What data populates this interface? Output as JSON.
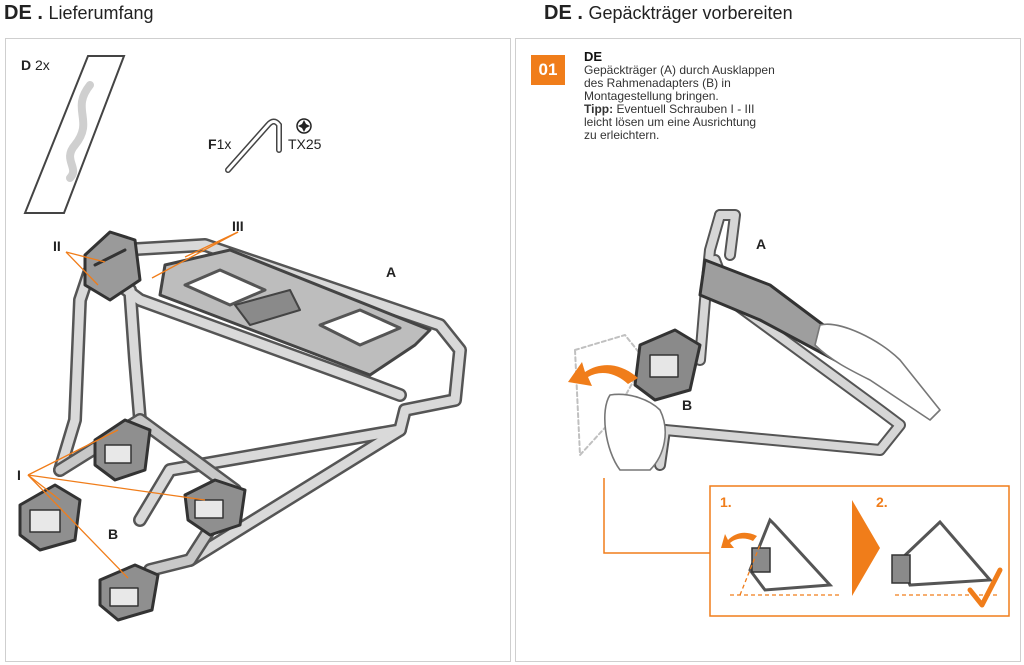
{
  "left": {
    "header_code": "DE",
    "header_sep": " . ",
    "header_title": "Lieferumfang",
    "labels": {
      "d": "D",
      "d_qty": "2x",
      "f": "F",
      "f_qty": "1x",
      "tx": "TX25",
      "a": "A",
      "b": "B",
      "i": "I",
      "ii": "II",
      "iii": "III"
    }
  },
  "right": {
    "header_code": "DE",
    "header_sep": " . ",
    "header_title": "Gepäckträger vorbereiten",
    "step_number": "01",
    "instruction": {
      "lang": "DE",
      "line1": "Gepäckträger (A) durch Ausklappen",
      "line2": "des Rahmenadapters (B) in",
      "line3": "Montagestellung bringen.",
      "tip_label": "Tipp:",
      "tip_line1": " Eventuell Schrauben I - III",
      "tip_line2": "leicht lösen um eine Ausrichtung",
      "tip_line3": "zu erleichtern."
    },
    "labels": {
      "a": "A",
      "b": "B",
      "sub1": "1.",
      "sub2": "2."
    }
  },
  "colors": {
    "accent": "#f07d1a",
    "line": "#555555",
    "frame": "#9a9a9a",
    "dark": "#3c3c3c"
  }
}
